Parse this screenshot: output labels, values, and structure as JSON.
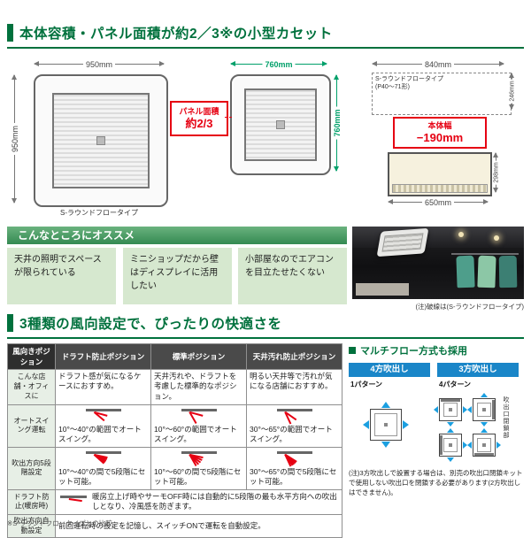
{
  "colors": {
    "accent_green": "#00713d",
    "band_green": "#348a52",
    "light_green": "#d6e8cf",
    "alert_red": "#e60012",
    "tab_blue": "#1a86c8",
    "arrow_blue": "#1b9fe0",
    "dim_green": "#00a06a"
  },
  "section1": {
    "title": "本体容積・パネル面積が約2／3※の小型カセット",
    "large_unit": {
      "width": "950mm",
      "height": "950mm",
      "caption": "S-ラウンドフロータイプ"
    },
    "small_unit": {
      "width": "760mm",
      "height": "760mm",
      "panel_area_line1": "パネル面積",
      "panel_area_line2": "約2/3"
    },
    "side_view": {
      "old_width": "840mm",
      "old_label_line1": "S-ラウンドフロータイプ",
      "old_label_line2": "(P40〜71形)",
      "old_depth": "246mm",
      "reduction_line1": "本体幅",
      "reduction_line2": "−190mm",
      "new_width": "650mm",
      "new_depth": "298mm",
      "note": "(注)破線は(S-ラウンドフロータイプ)"
    }
  },
  "recommend": {
    "band_title": "こんなところにオススメ",
    "items": [
      {
        "text": "天井の照明でスペースが限られている"
      },
      {
        "text": "ミニショップだから壁はディスプレイに活用したい"
      },
      {
        "text": "小部屋なのでエアコンを目立たせたくない"
      }
    ]
  },
  "airflow": {
    "title": "3種類の風向設定で、ぴったりの快適さを",
    "table": {
      "corner": "風向きポジション",
      "columns": [
        "ドラフト防止ポジション",
        "標準ポジション",
        "天井汚れ防止ポジション"
      ],
      "row_store": {
        "label": "こんな店舗・オフィスに",
        "cells": [
          "ドラフト感が気になるケースにおすすめ。",
          "天井汚れや、ドラフトを考慮した標準的なポジション。",
          "明るい天井等で汚れが気になる店舗におすすめ。"
        ]
      },
      "row_swing": {
        "label": "オートスイング運転",
        "cells": [
          "10°〜40°の範囲でオートスイング。",
          "10°〜60°の範囲でオートスイング。",
          "30°〜65°の範囲でオートスイング。"
        ]
      },
      "row_steps": {
        "label": "吹出方向5段階設定",
        "cells": [
          "10°〜40°の間で5段階にセット可能。",
          "10°〜60°の間で5段階にセット可能。",
          "30°〜65°の間で5段階にセット可能。"
        ]
      },
      "row_draft": {
        "label": "ドラフト防止(暖房時)",
        "text": "暖房立上げ時やサーモOFF時には自動的に5段階の最も水平方向への吹出しとなり、冷風感を防ぎます。"
      },
      "row_auto": {
        "label": "吹出方向自動設定",
        "text": "前回運転時の設定を記憶し、スイッチONで運転を自動設定。"
      }
    }
  },
  "multiflow": {
    "title": "マルチフロー方式も採用",
    "four_way": {
      "label": "4方吹出し",
      "pattern": "1パターン"
    },
    "three_way": {
      "label": "3方吹出し",
      "pattern": "4パターン"
    },
    "closure_label": "吹出口閉鎖部",
    "note": "(注)3方吹出しで設置する場合は、別売の吹出口閉鎖キットで使用しない吹出口を閉鎖する必要があります(2方吹出しはできません)。"
  },
  "footnote": "※S-ラウンドフロータイプとの比較。"
}
